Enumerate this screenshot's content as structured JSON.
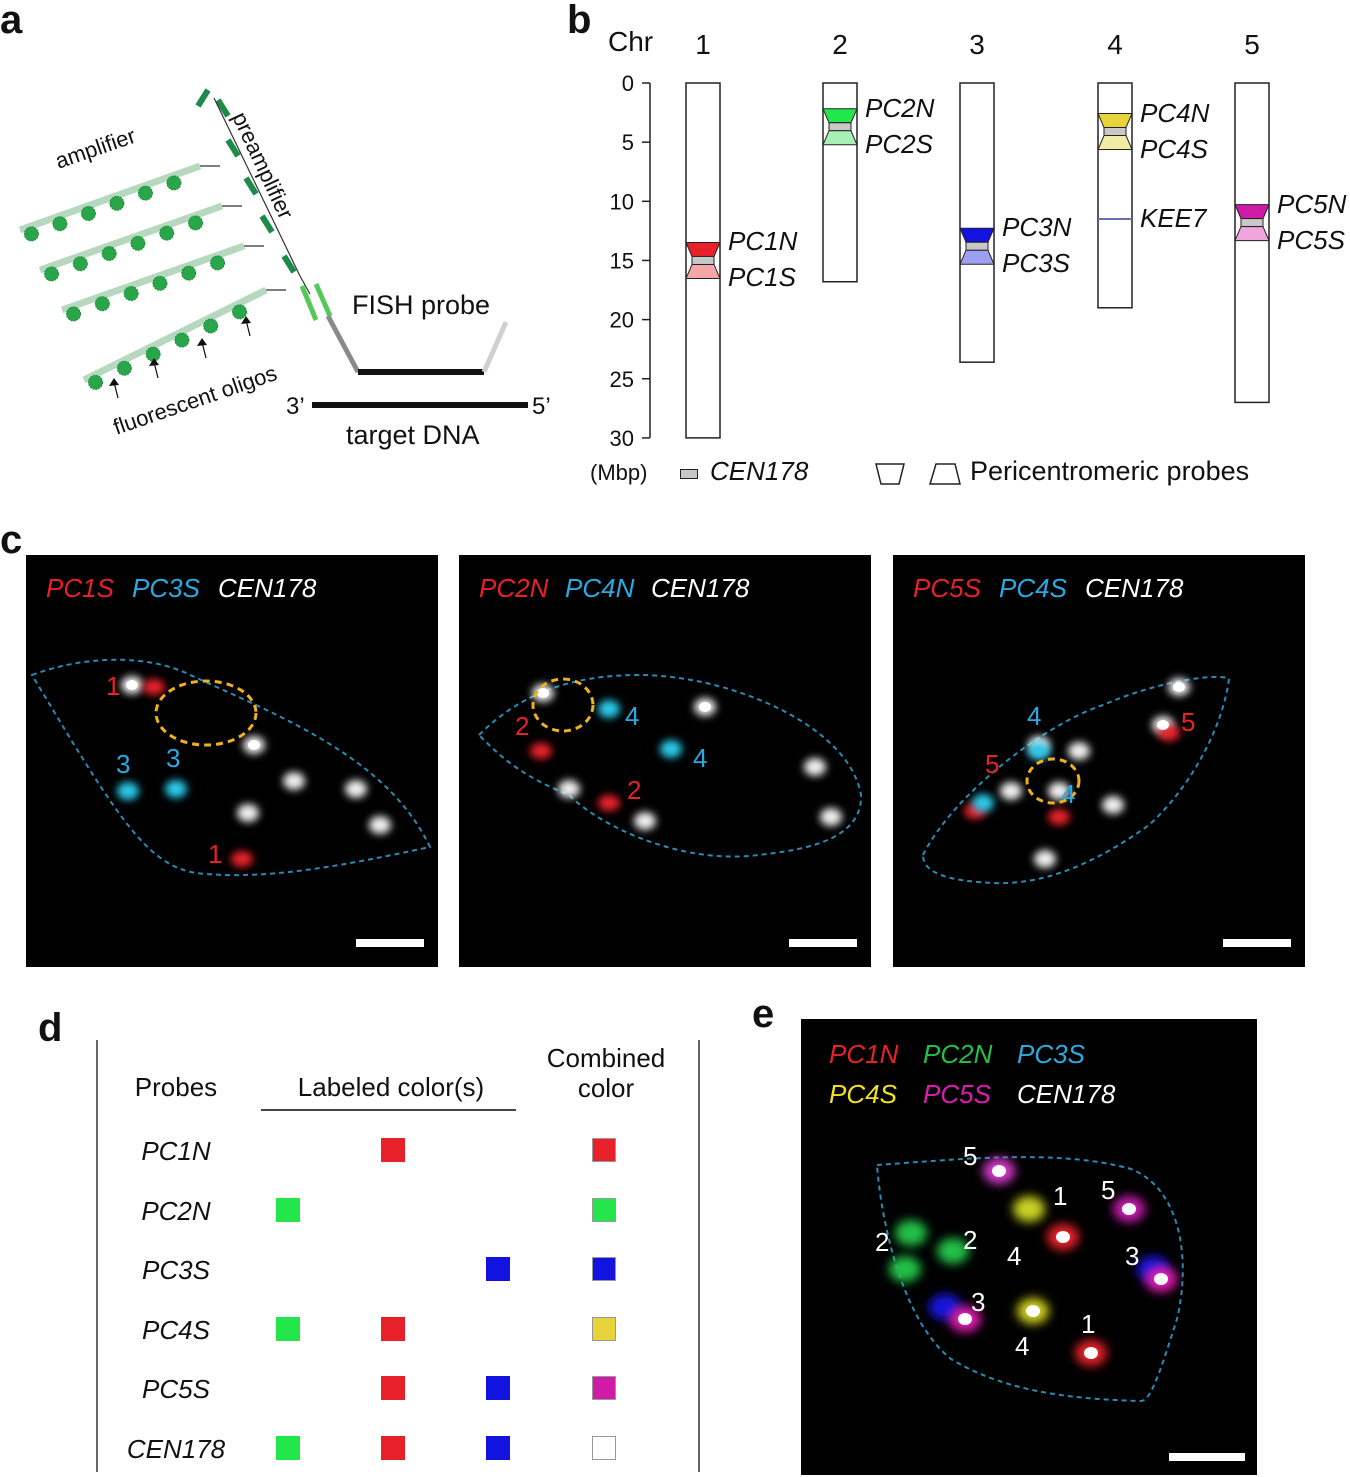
{
  "panels": {
    "a": "a",
    "b": "b",
    "c": "c",
    "d": "d",
    "e": "e"
  },
  "panel_a": {
    "amplifier": "amplifier",
    "preamplifier": "preamplifier",
    "fish_probe": "FISH probe",
    "fluorescent_oligos": "fluorescent oligos",
    "target_dna": "target DNA",
    "three_prime": "3’",
    "five_prime": "5’"
  },
  "panel_b": {
    "chr_label": "Chr",
    "unit": "(Mbp)",
    "y_ticks": [
      "0",
      "5",
      "10",
      "15",
      "20",
      "25",
      "30"
    ],
    "chromosomes": [
      {
        "name": "1",
        "length": 30,
        "cen": 15,
        "probes": [
          "PC1N",
          "PC1S"
        ],
        "colors": [
          "#e8202a",
          "#f4a6a8"
        ]
      },
      {
        "name": "2",
        "length": 16.8,
        "cen": 3.7,
        "probes": [
          "PC2N",
          "PC2S"
        ],
        "colors": [
          "#22e64a",
          "#a8f0b6"
        ]
      },
      {
        "name": "3",
        "length": 23.6,
        "cen": 13.8,
        "probes": [
          "PC3N",
          "PC3S"
        ],
        "colors": [
          "#1313e0",
          "#9d9ff0"
        ]
      },
      {
        "name": "4",
        "length": 19,
        "cen": 4.1,
        "probes": [
          "PC4N",
          "PC4S"
        ],
        "colors": [
          "#e6d43a",
          "#f2eba6"
        ],
        "extra": "KEE7",
        "extra_pos": 11.5
      },
      {
        "name": "5",
        "length": 27,
        "cen": 11.8,
        "probes": [
          "PC5N",
          "PC5S"
        ],
        "colors": [
          "#d01aa8",
          "#f0a6dd"
        ]
      }
    ],
    "legend_cen": "CEN178",
    "legend_peri": "Pericentromeric probes"
  },
  "panel_c": [
    {
      "labels": [
        "PC1S",
        "PC3S",
        "CEN178"
      ],
      "label_colors": [
        "#e8202a",
        "#29aae2",
        "#ffffff"
      ],
      "numbers": [
        [
          "1",
          "#e8202a"
        ],
        [
          "3",
          "#29aae2"
        ],
        [
          "3",
          "#29aae2"
        ],
        [
          "1",
          "#e8202a"
        ]
      ]
    },
    {
      "labels": [
        "PC2N",
        "PC4N",
        "CEN178"
      ],
      "label_colors": [
        "#e8202a",
        "#29aae2",
        "#ffffff"
      ],
      "numbers": [
        [
          "2",
          "#e8202a"
        ],
        [
          "4",
          "#29aae2"
        ],
        [
          "4",
          "#29aae2"
        ],
        [
          "2",
          "#e8202a"
        ]
      ]
    },
    {
      "labels": [
        "PC5S",
        "PC4S",
        "CEN178"
      ],
      "label_colors": [
        "#e8202a",
        "#29aae2",
        "#ffffff"
      ],
      "numbers": [
        [
          "4",
          "#29aae2"
        ],
        [
          "5",
          "#e8202a"
        ],
        [
          "4",
          "#29aae2"
        ],
        [
          "5",
          "#e8202a"
        ]
      ]
    }
  ],
  "panel_d": {
    "col_probes": "Probes",
    "col_labeled": "Labeled color(s)",
    "col_combined_1": "Combined",
    "col_combined_2": "color",
    "rows": [
      {
        "probe": "PC1N",
        "green": false,
        "red": true,
        "blue": false,
        "combined": "#e8202a"
      },
      {
        "probe": "PC2N",
        "green": true,
        "red": false,
        "blue": false,
        "combined": "#22e64a"
      },
      {
        "probe": "PC3S",
        "green": false,
        "red": false,
        "blue": true,
        "combined": "#1313e0"
      },
      {
        "probe": "PC4S",
        "green": true,
        "red": true,
        "blue": false,
        "combined": "#e6d43a"
      },
      {
        "probe": "PC5S",
        "green": false,
        "red": true,
        "blue": true,
        "combined": "#d01aa8"
      },
      {
        "probe": "CEN178",
        "green": true,
        "red": true,
        "blue": true,
        "combined": "#ffffff"
      }
    ],
    "swatch_colors": {
      "green": "#22e64a",
      "red": "#e8202a",
      "blue": "#1313e0"
    }
  },
  "panel_e": {
    "labels_row1": [
      [
        "PC1N",
        "#e8202a"
      ],
      [
        "PC2N",
        "#22c046"
      ],
      [
        "PC3S",
        "#29aae2"
      ]
    ],
    "labels_row2": [
      [
        "PC4S",
        "#f0e020"
      ],
      [
        "PC5S",
        "#e01ab0"
      ],
      [
        "CEN178",
        "#ffffff"
      ]
    ],
    "numbers": [
      "5",
      "1",
      "5",
      "2",
      "2",
      "4",
      "3",
      "3",
      "4",
      "1"
    ]
  }
}
